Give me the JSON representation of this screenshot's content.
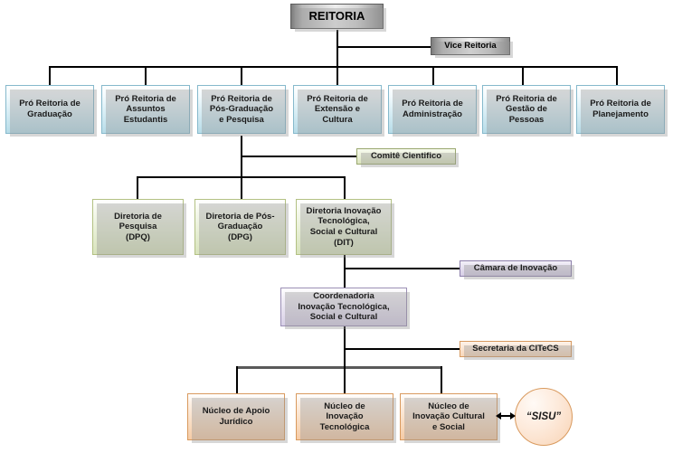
{
  "chart": {
    "title": "Organograma REITORIA",
    "type": "org-chart"
  },
  "nodes": {
    "reitoria": {
      "label": "REITORIA"
    },
    "vice_reitoria": {
      "label": "Vice Reitoria"
    },
    "pro_reitorias": [
      {
        "label": "Pró Reitoria de\nGraduação"
      },
      {
        "label": "Pró Reitoria de\nAssuntos\nEstudantis"
      },
      {
        "label": "Pró Reitoria de\nPós-Graduação\ne Pesquisa"
      },
      {
        "label": "Pró Reitoria de\nExtensão e\nCultura"
      },
      {
        "label": "Pró Reitoria de\nAdministração"
      },
      {
        "label": "Pró Reitoria de\nGestão de\nPessoas"
      },
      {
        "label": "Pró Reitoria de\nPlanejamento"
      }
    ],
    "comite_cientifico": {
      "label": "Comitê Cientifico"
    },
    "diretorias": [
      {
        "label": "Diretoria de\nPesquisa\n(DPQ)"
      },
      {
        "label": "Diretoria de Pós-\nGraduação\n(DPG)"
      },
      {
        "label": "Diretoria Inovação\nTecnológica,\nSocial e Cultural\n(DIT)"
      }
    ],
    "camara_inovacao": {
      "label": "Câmara de Inovação"
    },
    "coordenadoria": {
      "label": "Coordenadoria\nInovação Tecnológica,\nSocial e Cultural"
    },
    "secretaria_citecs": {
      "label": "Secretaria da CITeCS"
    },
    "nucleos": [
      {
        "label": "Núcleo de Apoio\nJurídico"
      },
      {
        "label": "Núcleo de\nInovação\nTecnológica"
      },
      {
        "label": "Núcleo de\nInovação Cultural\ne Social"
      }
    ],
    "sisu": {
      "label": "“SISU”"
    }
  },
  "colors": {
    "level_top": "#b9b9b9",
    "pro_reitoria": "#c8e4ee",
    "comite": "#e2ebcd",
    "diretoria": "#e6eed3",
    "camara": "#ddd6ec",
    "coordenadoria": "#e4deee",
    "secretaria": "#f9ddc3",
    "nucleo": "#f9ddc3",
    "connector": "#000000",
    "connector_bus_bottom": "#5a5a5a"
  }
}
